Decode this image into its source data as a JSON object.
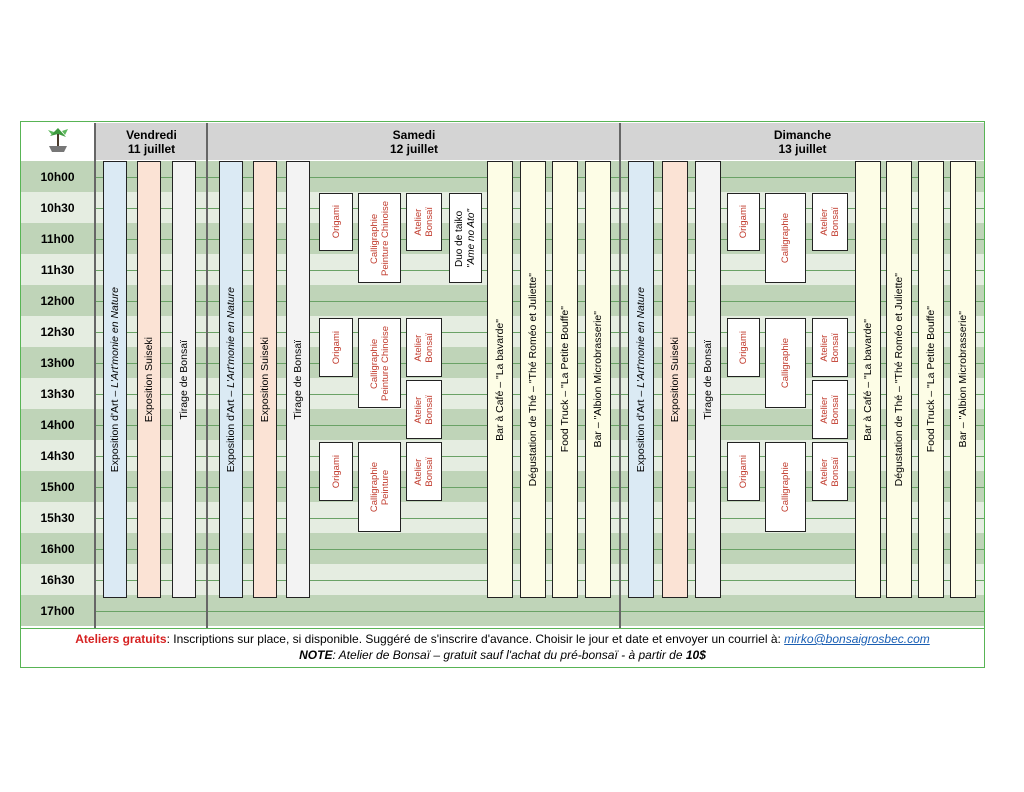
{
  "days": [
    {
      "name": "Vendredi",
      "date": "11 juillet"
    },
    {
      "name": "Samedi",
      "date": "12 juillet"
    },
    {
      "name": "Dimanche",
      "date": "13 juillet"
    }
  ],
  "times": [
    "10h00",
    "10h30",
    "11h00",
    "11h30",
    "12h00",
    "12h30",
    "13h00",
    "13h30",
    "14h00",
    "14h30",
    "15h00",
    "15h30",
    "16h00",
    "16h30",
    "17h00"
  ],
  "events": {
    "expo_art_prefix": "Exposition d'Art – ",
    "expo_art_title": "L'Art'monie en Nature",
    "expo_suiseki": "Exposition Suiseki",
    "tirage": "Tirage de Bonsaï",
    "origami": "Origami",
    "calligraphie": "Calligraphie",
    "calligraphie_chinoise": "Peinture Chinoise",
    "calligraphie_peinture": "Peinture",
    "atelier_1": "Atelier",
    "atelier_2": "Bonsaï",
    "taiko_1": "Duo de taiko",
    "taiko_2": "\"Ame no Ato\"",
    "bar_cafe": "Bar à Café – \"La bavarde\"",
    "degustation": "Dégustation de Thé – \"Thé Roméo et Juliette\"",
    "food_truck": "Food Truck – \"La Petite Bouffe\"",
    "bar_albion": "Bar – \"Albion Microbrasserie\""
  },
  "footer": {
    "label": "Ateliers gratuits",
    "line1": ":  Inscriptions sur place, si disponible.   Suggéré de s'inscrire d'avance.  Choisir le jour et date et envoyer un courriel à:  ",
    "email": "mirko@bonsaigrosbec.com",
    "note_label": "NOTE",
    "note_text": ":  Atelier de Bonsaï – gratuit sauf l'achat du pré-bonsaï -  à  partir de ",
    "note_price": "10$"
  },
  "colors": {
    "green_frame": "#58b455",
    "band_dark": "#bfd4b8",
    "band_light": "#e5ede1",
    "workshop_red": "#c0392b"
  }
}
